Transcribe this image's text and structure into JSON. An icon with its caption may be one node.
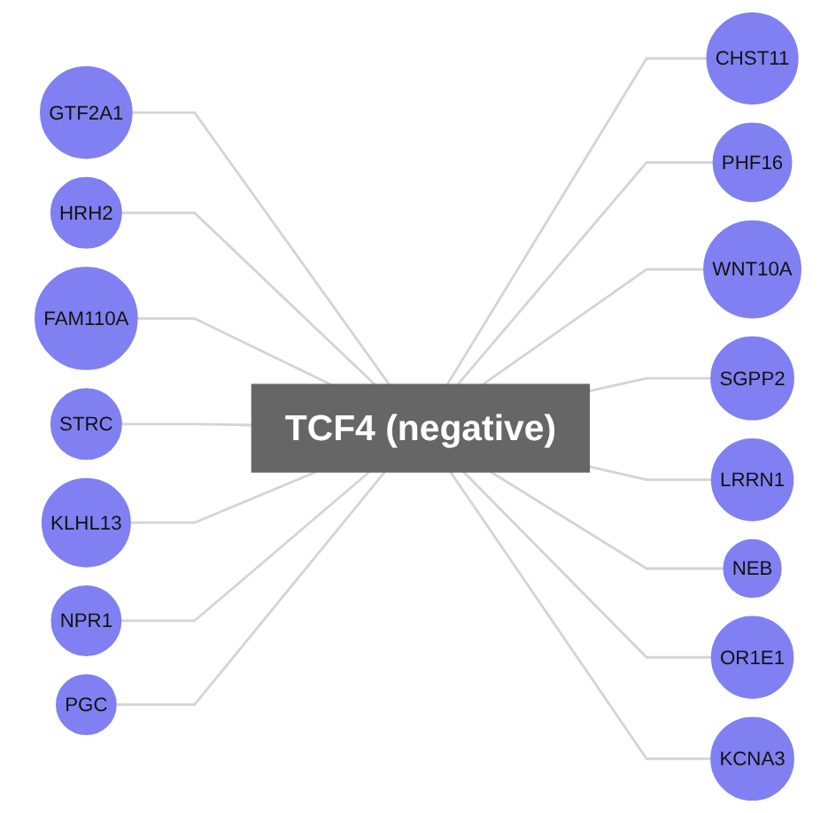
{
  "diagram": {
    "nodes": [
      {
        "text": [
          "TCF4 (negative)"
        ]
      },
      {
        "text": [
          "CHST11"
        ]
      },
      {
        "text": [
          "PHF16"
        ]
      },
      {
        "text": [
          "WNT10A"
        ]
      },
      {
        "text": [
          "SGPP2"
        ]
      },
      {
        "text": [
          "LRRN1"
        ]
      },
      {
        "text": [
          "NEB"
        ]
      },
      {
        "text": [
          "OR1E1"
        ]
      },
      {
        "text": [
          "KCNA3"
        ]
      },
      {
        "text": [
          "GTF2A1"
        ]
      },
      {
        "text": [
          "HRH2"
        ]
      },
      {
        "text": [
          "FAM110A"
        ]
      },
      {
        "text": [
          "STRC"
        ]
      },
      {
        "text": [
          "KLHL13"
        ]
      },
      {
        "text": [
          "NPR1"
        ]
      },
      {
        "text": [
          "PGC"
        ]
      }
    ],
    "edges": [
      {
        "from": 0,
        "to": 1,
        "arrow": "none"
      },
      {
        "from": 0,
        "to": 2,
        "arrow": "none"
      },
      {
        "from": 0,
        "to": 3,
        "arrow": "none"
      },
      {
        "from": 0,
        "to": 4,
        "arrow": "none"
      },
      {
        "from": 0,
        "to": 5,
        "arrow": "none"
      },
      {
        "from": 0,
        "to": 6,
        "arrow": "none"
      },
      {
        "from": 0,
        "to": 7,
        "arrow": "none"
      },
      {
        "from": 0,
        "to": 8,
        "arrow": "none"
      },
      {
        "from": 0,
        "to": 9,
        "arrow": "none"
      },
      {
        "from": 0,
        "to": 10,
        "arrow": "none"
      },
      {
        "from": 0,
        "to": 11,
        "arrow": "none"
      },
      {
        "from": 0,
        "to": 12,
        "arrow": "none"
      },
      {
        "from": 0,
        "to": 13,
        "arrow": "none"
      },
      {
        "from": 0,
        "to": 14,
        "arrow": "none"
      },
      {
        "from": 0,
        "to": 15,
        "arrow": "none"
      }
    ]
  }
}
